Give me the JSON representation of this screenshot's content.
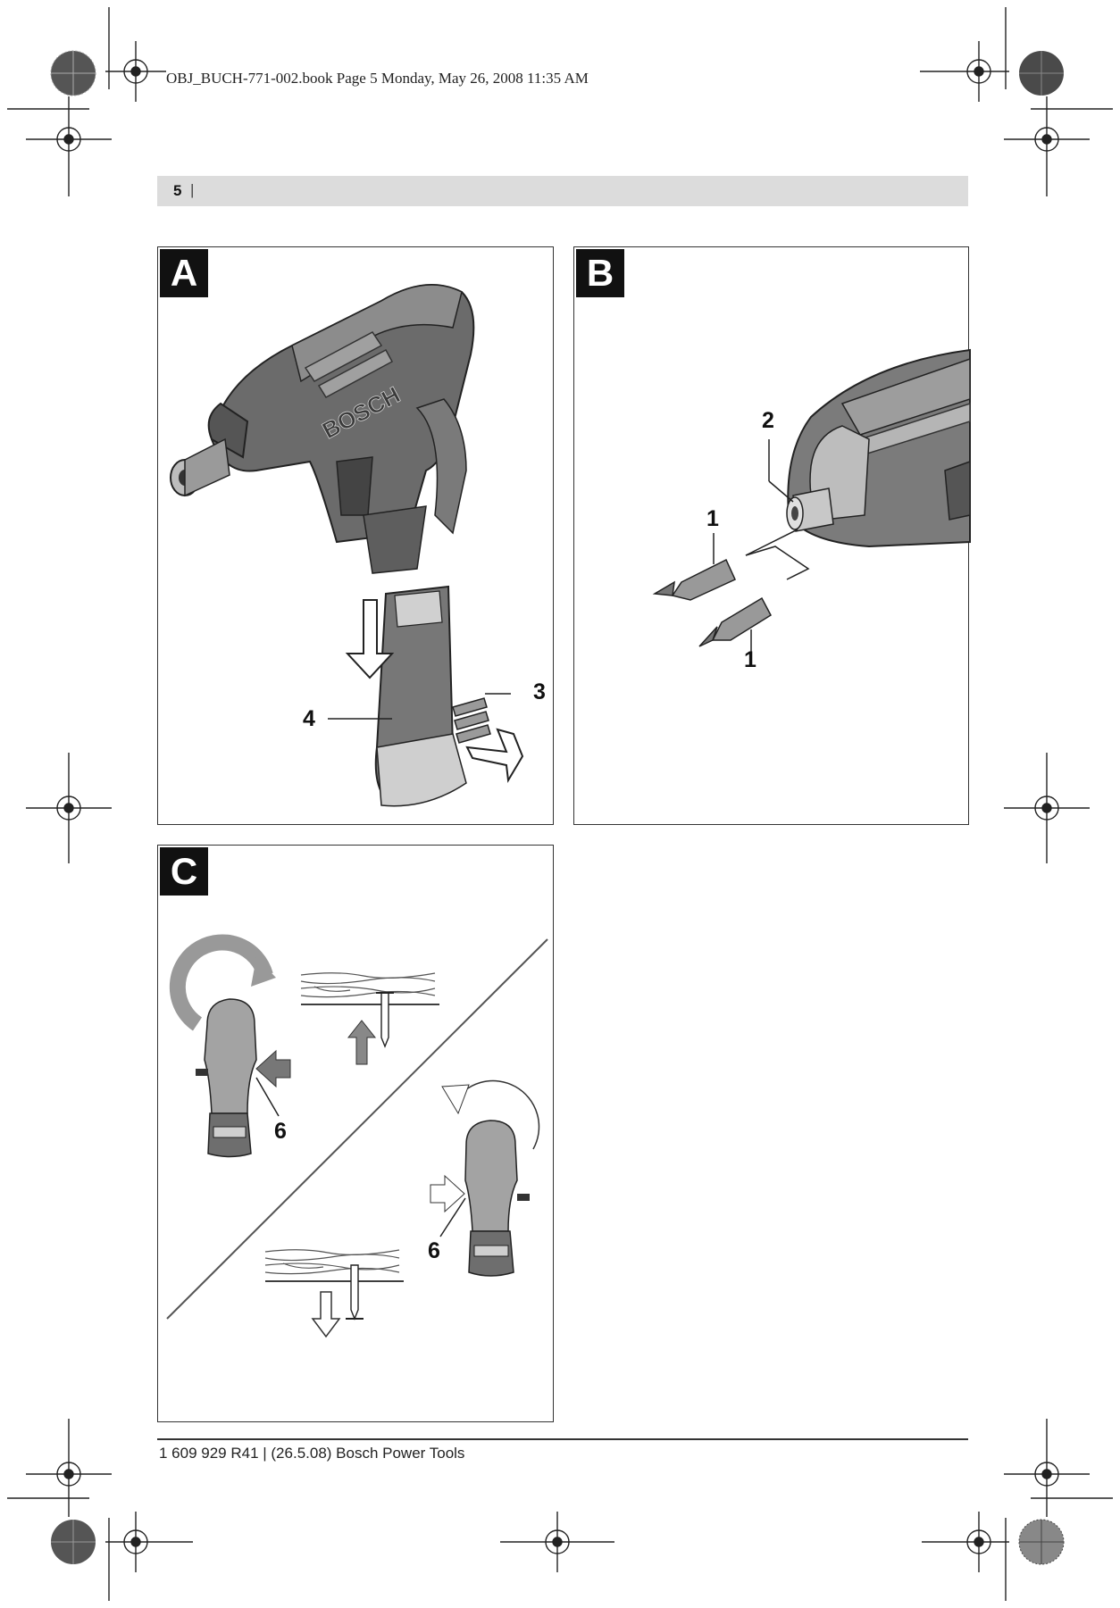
{
  "print_header": "OBJ_BUCH-771-002.book  Page 5  Monday, May 26, 2008  11:35 AM",
  "page_number": "5",
  "page_separator": "|",
  "footer": "1 609 929 R41 | (26.5.08) Bosch Power Tools",
  "brand_on_tool": "BOSCH",
  "panels": {
    "a": {
      "letter": "A",
      "callouts": {
        "battery": "4",
        "release_button": "3"
      }
    },
    "b": {
      "letter": "B",
      "callouts": {
        "bit_holder": "2",
        "bit_top": "1",
        "bit_bottom": "1"
      }
    },
    "c": {
      "letter": "C",
      "callouts": {
        "switch_left": "6",
        "switch_right": "6"
      }
    }
  }
}
